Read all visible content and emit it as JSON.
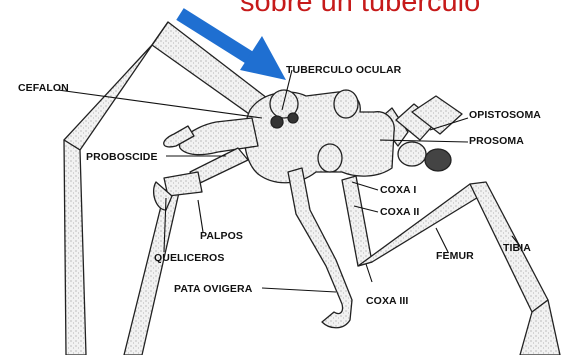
{
  "caption": {
    "text": "sobre un tubérculo",
    "color": "#c61a1a"
  },
  "arrow": {
    "color": "#1f6fd1",
    "icon": "blue-arrow"
  },
  "labels": {
    "tuberculo_ocular": "TUBERCULO OCULAR",
    "cefalon": "CEFALON",
    "opistosoma": "OPISTOSOMA",
    "prosoma": "PROSOMA",
    "proboscide": "PROBOSCIDE",
    "coxa_i": "COXA I",
    "coxa_ii": "COXA II",
    "coxa_iii": "COXA III",
    "palpos": "PALPOS",
    "queliceros": "QUELICEROS",
    "femur": "FEMUR",
    "tibia": "TIBIA",
    "pata_ovigera": "PATA OVIGERA"
  }
}
